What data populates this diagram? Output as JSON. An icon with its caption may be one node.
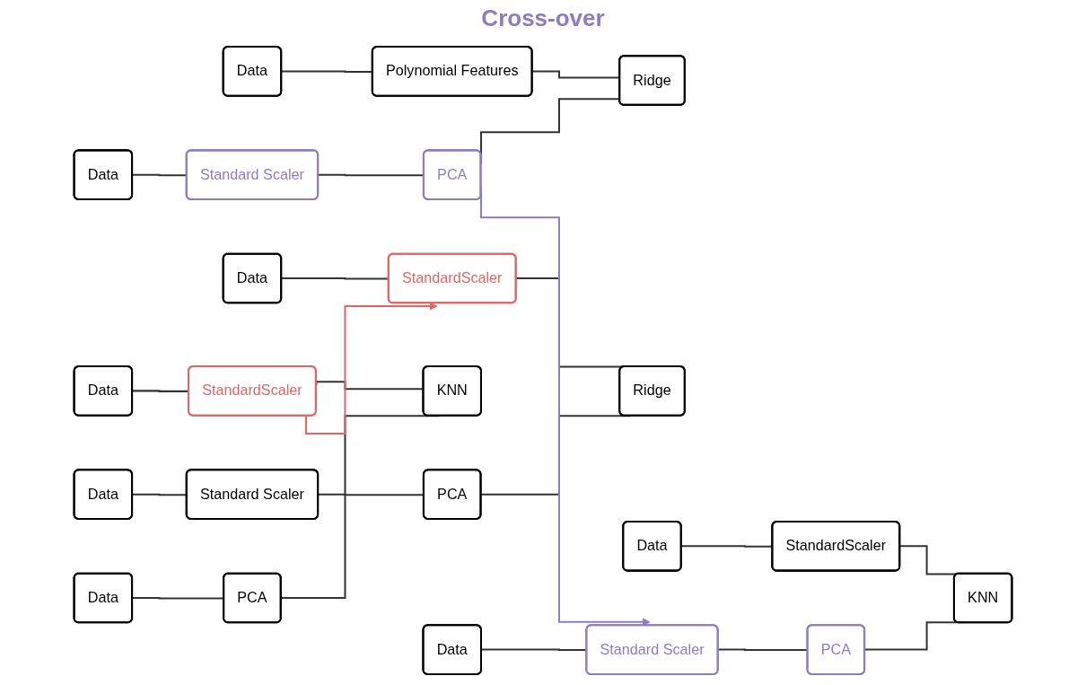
{
  "diagram": {
    "nodes": [
      {
        "text": [
          "Data"
        ]
      },
      {
        "text": [
          "Polynomial Features"
        ]
      },
      {
        "text": [
          "Ridge"
        ]
      },
      {
        "text": [
          "Data"
        ]
      },
      {
        "text": [
          "Standard Scaler"
        ]
      },
      {
        "text": [
          "PCA"
        ]
      },
      {
        "text": [
          "Data"
        ]
      },
      {
        "text": [
          "StandardScaler"
        ]
      },
      {
        "text": [
          "Ridge"
        ]
      },
      {
        "text": [
          "Data"
        ]
      },
      {
        "text": [
          "Standard Scaler"
        ]
      },
      {
        "text": [
          "PCA"
        ]
      },
      {
        "text": [
          "Data"
        ]
      },
      {
        "text": [
          "StandardScaler"
        ]
      },
      {
        "text": [
          "KNN"
        ]
      },
      {
        "text": [
          "Data"
        ]
      },
      {
        "text": [
          "PCA"
        ]
      },
      {
        "text": [
          "Data"
        ]
      },
      {
        "text": [
          "StandardScaler"
        ]
      },
      {
        "text": [
          "KNN"
        ]
      },
      {
        "text": [
          "Data"
        ]
      },
      {
        "text": [
          "Standard Scaler"
        ]
      },
      {
        "text": [
          "PCA"
        ]
      }
    ],
    "edges": [
      {
        "from": 0,
        "to": 1,
        "arrow": "none"
      },
      {
        "from": 1,
        "to": 2,
        "arrow": "none"
      },
      {
        "from": 3,
        "to": 4,
        "arrow": "none"
      },
      {
        "from": 4,
        "to": 5,
        "arrow": "none"
      },
      {
        "from": 5,
        "to": 2,
        "arrow": "none"
      },
      {
        "from": 6,
        "to": 7,
        "arrow": "none"
      },
      {
        "from": 7,
        "to": 8,
        "arrow": "none"
      },
      {
        "from": 9,
        "to": 10,
        "arrow": "none"
      },
      {
        "from": 10,
        "to": 11,
        "arrow": "none"
      },
      {
        "from": 11,
        "to": 8,
        "arrow": "none"
      },
      {
        "from": 12,
        "to": 13,
        "arrow": "none"
      },
      {
        "from": 13,
        "to": 14,
        "arrow": "none"
      },
      {
        "from": 15,
        "to": 16,
        "arrow": "none"
      },
      {
        "from": 16,
        "to": 14,
        "arrow": "none"
      },
      {
        "from": 17,
        "to": 18,
        "arrow": "none"
      },
      {
        "from": 18,
        "to": 19,
        "arrow": "none"
      },
      {
        "from": 20,
        "to": 21,
        "arrow": "none"
      },
      {
        "from": 21,
        "to": 22,
        "arrow": "none"
      },
      {
        "from": 22,
        "to": 19,
        "arrow": "none"
      },
      {
        "from": 13,
        "to": 7,
        "arrow": "to",
        "color": "#e06666"
      },
      {
        "from": 5,
        "to": 21,
        "arrow": "to",
        "color": "#8e7cc3"
      }
    ],
    "labels": [
      "Cross-over"
    ]
  }
}
